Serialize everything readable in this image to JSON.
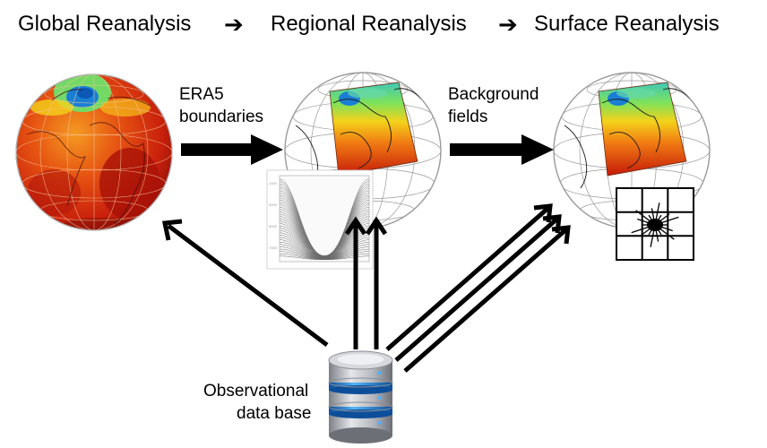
{
  "titles": {
    "global": "Global Reanalysis",
    "regional": "Regional Reanalysis",
    "surface": "Surface Reanalysis",
    "arrow_glyph": "➔"
  },
  "labels": {
    "era5_line1": "ERA5",
    "era5_line2": "boundaries",
    "background_line1": "Background",
    "background_line2": "fields",
    "obs_line1": "Observational",
    "obs_line2": "data base"
  },
  "icons": {
    "database": "database-icon",
    "globe": "globe-icon",
    "grid": "grid-icon",
    "profile": "vertical-profile-plot"
  },
  "colors": {
    "hot": "#d42a0a",
    "warm": "#f07a12",
    "yellow": "#f4d21a",
    "green": "#6ee06a",
    "cold": "#1a7fd4",
    "db_blue": "#2a90e0",
    "db_silver": "#b9bcc2"
  }
}
